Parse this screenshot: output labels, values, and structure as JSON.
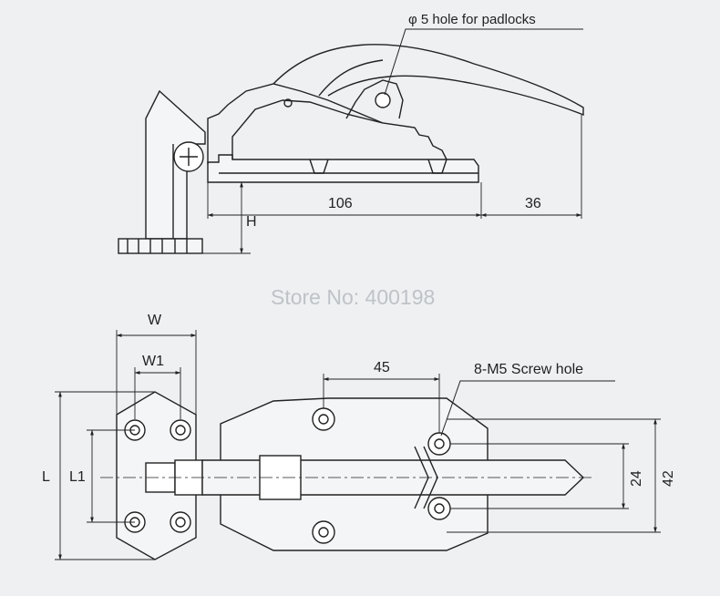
{
  "top_view": {
    "callout_hole": "φ 5 hole for padlocks",
    "dim_length": "106",
    "dim_handle": "36",
    "dim_height": "H"
  },
  "watermark": "Store No: 400198",
  "bottom_view": {
    "dim_W": "W",
    "dim_W1": "W1",
    "dim_L": "L",
    "dim_L1": "L1",
    "dim_45": "45",
    "callout_screw": "8-M5 Screw hole",
    "dim_24": "24",
    "dim_42": "42"
  },
  "colors": {
    "background": "#eef0f2",
    "line": "#222222",
    "watermark": "#bfc3c7"
  }
}
